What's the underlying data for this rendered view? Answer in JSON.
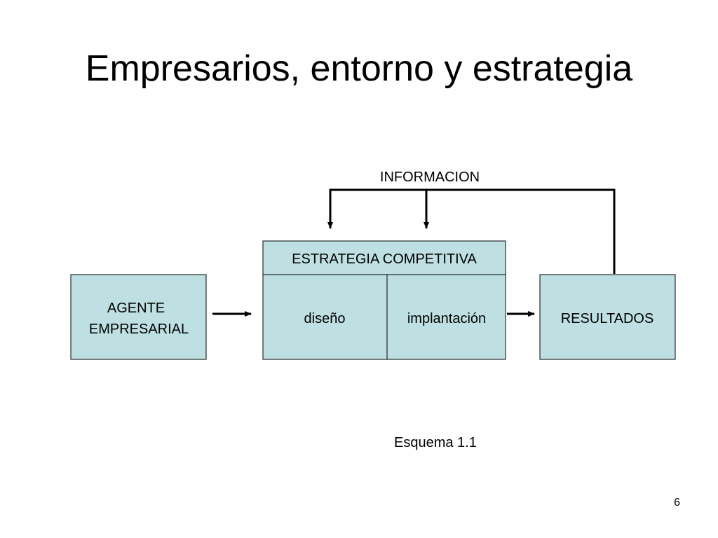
{
  "slide": {
    "title": "Empresarios, entorno y estrategia",
    "caption": "Esquema 1.1",
    "page_number": "6"
  },
  "diagram": {
    "agent_line1": "AGENTE",
    "agent_line2": "EMPRESARIAL",
    "strategy_header": "ESTRATEGIA COMPETITIVA",
    "design": "diseño",
    "implementation": "implantación",
    "results": "RESULTADOS",
    "feedback_label": "INFORMACION"
  },
  "colors": {
    "box_fill": "#bfe0e3",
    "box_stroke": "#000000",
    "arrow": "#000000"
  }
}
